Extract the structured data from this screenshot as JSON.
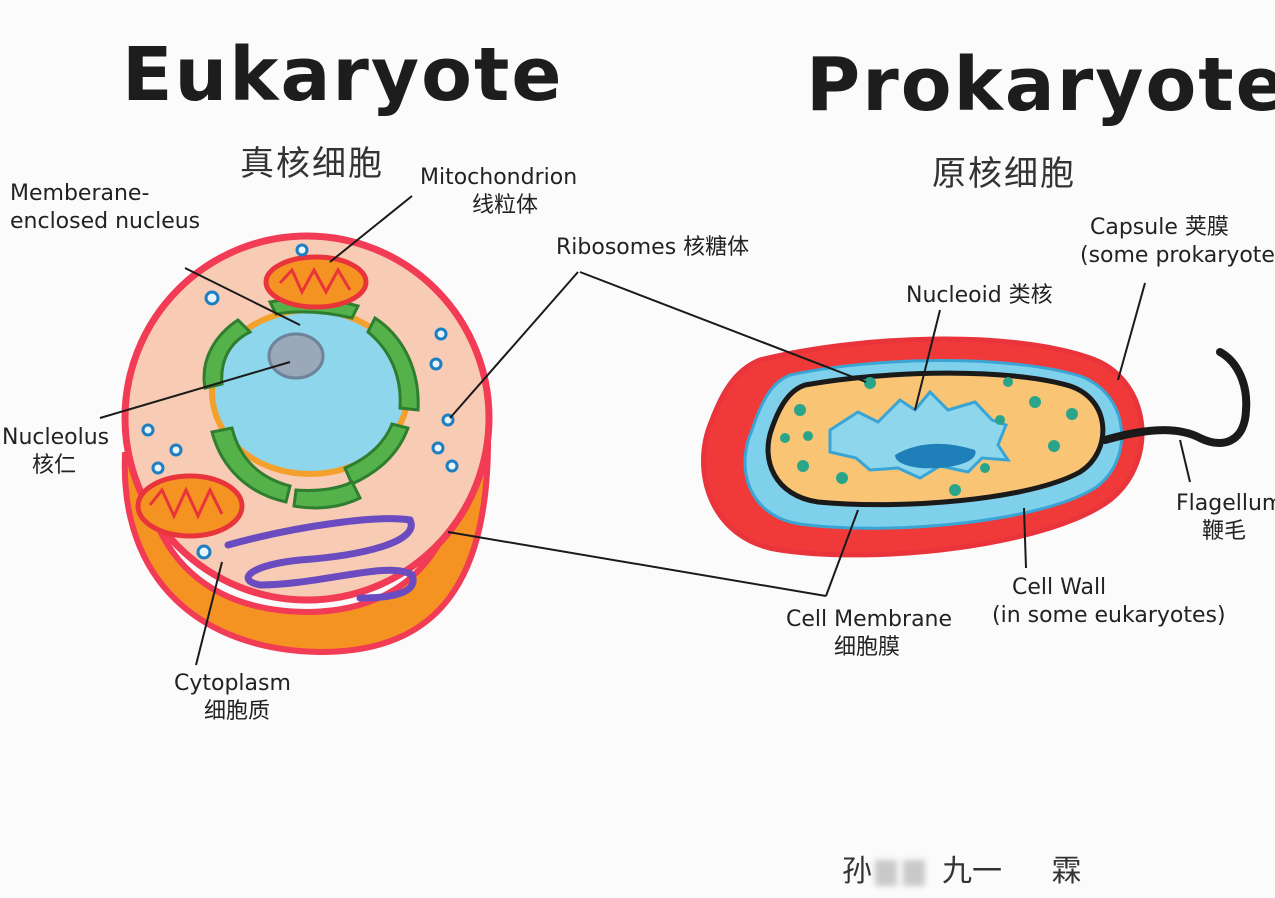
{
  "eukaryote": {
    "title": "Eukaryote",
    "subtitle": "真核细胞",
    "labels": {
      "nucleus_line1": "Memberane-",
      "nucleus_line2": "enclosed nucleus",
      "mitochondrion": "Mitochondrion",
      "mitochondrion_cn": "线粒体",
      "nucleolus": "Nucleolus",
      "nucleolus_cn": "核仁",
      "cytoplasm": "Cytoplasm",
      "cytoplasm_cn": "细胞质"
    }
  },
  "prokaryote": {
    "title": "Prokaryote",
    "subtitle": "原核细胞",
    "labels": {
      "capsule": "Capsule 荚膜",
      "capsule_note": "(some prokaryotes)",
      "nucleoid": "Nucleoid 类核",
      "flagellum": "Flagellum",
      "flagellum_cn": "鞭毛",
      "cell_wall": "Cell Wall",
      "cell_wall_note": "(in some eukaryotes)"
    }
  },
  "shared": {
    "ribosomes": "Ribosomes 核糖体",
    "cell_membrane": "Cell Membrane",
    "cell_membrane_cn": "细胞膜"
  },
  "signature": {
    "text_start": "孙",
    "text_end": "九一",
    "mark": "霖"
  },
  "colors": {
    "membrane": "#f23b55",
    "cytoplasm_euk": "#f8cbb4",
    "cytoplasm_side": "#f59322",
    "nucleus": "#8ed6ec",
    "nuclear_rim": "#f3a12c",
    "nucleolus": "#9aa8b8",
    "er_green": "#4aa84a",
    "mito_red": "#e8343a",
    "golgi_purple": "#6a4cc0",
    "ribosome_blue": "#1d7ec2",
    "capsule": "#f03a3a",
    "cell_wall": "#7fd0ea",
    "cytoplasm_prok": "#f9c575",
    "nucleoid": "#7fd0ea",
    "nucleoid_dark": "#1f7fb8",
    "ribosome_prok": "#2aa58a",
    "ink": "#1a1a1a"
  }
}
